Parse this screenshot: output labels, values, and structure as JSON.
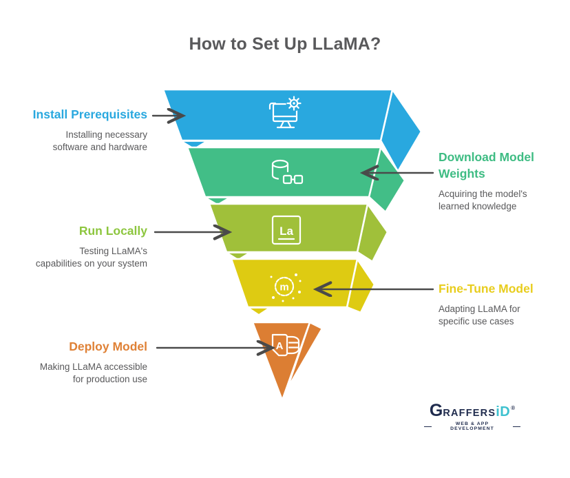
{
  "title": "How to Set Up LLaMA?",
  "steps": [
    {
      "title": "Install Prerequisites",
      "desc_line1": "Installing necessary",
      "desc_line2": "software and hardware",
      "side": "left",
      "band_color": "#29a8df",
      "title_color": "#29a8df",
      "icon": "monitor-gear-icon"
    },
    {
      "title_line1": "Download Model",
      "title_line2": "Weights",
      "desc_line1": "Acquiring the model's",
      "desc_line2": "learned knowledge",
      "side": "right",
      "band_color": "#42be87",
      "title_color": "#3ebc83",
      "icon": "database-icon"
    },
    {
      "title": "Run Locally",
      "desc_line1": "Testing LLaMA's",
      "desc_line2": "capabilities on your system",
      "side": "left",
      "band_color": "#a0c03a",
      "title_color": "#8dc63f",
      "icon": "la-badge-icon",
      "glyph": "La"
    },
    {
      "title": "Fine-Tune Model",
      "desc_line1": "Adapting LLaMA for",
      "desc_line2": "specific use cases",
      "side": "right",
      "band_color": "#decb12",
      "title_color": "#e8cd1e",
      "icon": "m-bubble-icon",
      "glyph": "m"
    },
    {
      "title": "Deploy Model",
      "desc_line1": "Making LLaMA accessible",
      "desc_line2": "for production use",
      "side": "left",
      "band_color": "#dc7e33",
      "title_color": "#df8136",
      "icon": "access-a-icon",
      "glyph": "A"
    }
  ],
  "arrow_color": "#4a4a4a",
  "logo": {
    "brand_g": "G",
    "brand_mid": "RAFFERS",
    "brand_suffix": "iD",
    "registered": "®",
    "tagline": "WEB & APP DEVELOPMENT"
  }
}
